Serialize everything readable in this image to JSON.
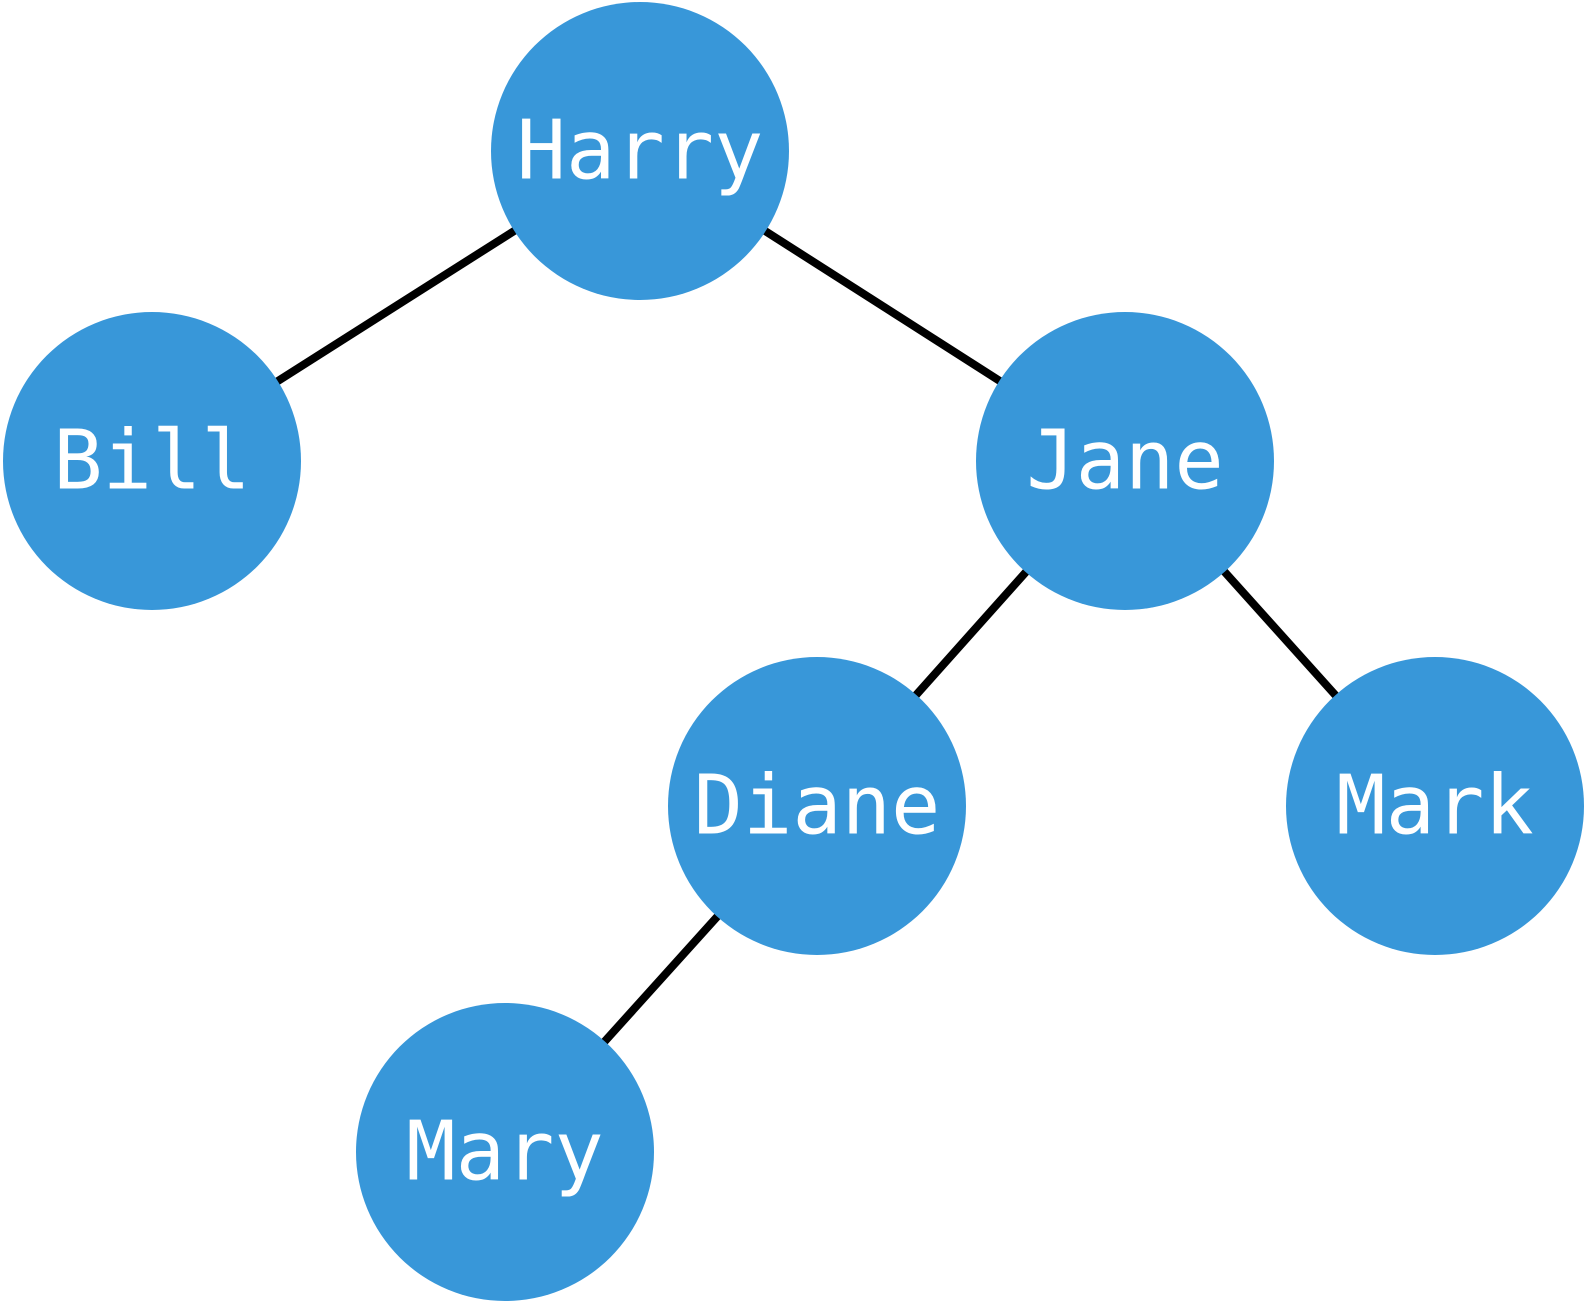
{
  "colors": {
    "node_fill": "#3897d9",
    "edge": "#000000",
    "label": "#ffffff"
  },
  "nodes": {
    "harry": {
      "label": "Harry"
    },
    "bill": {
      "label": "Bill"
    },
    "jane": {
      "label": "Jane"
    },
    "diane": {
      "label": "Diane"
    },
    "mark": {
      "label": "Mark"
    },
    "mary": {
      "label": "Mary"
    }
  },
  "edges": [
    {
      "from": "harry",
      "to": "bill"
    },
    {
      "from": "harry",
      "to": "jane"
    },
    {
      "from": "jane",
      "to": "diane"
    },
    {
      "from": "jane",
      "to": "mark"
    },
    {
      "from": "diane",
      "to": "mary"
    }
  ]
}
